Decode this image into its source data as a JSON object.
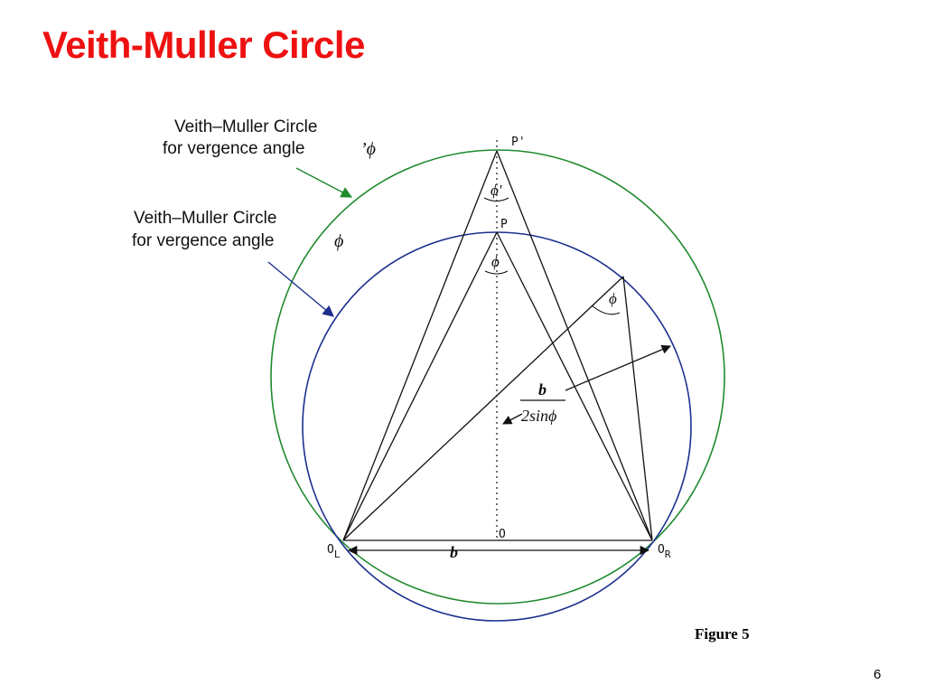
{
  "slide": {
    "title": "Veith-Muller Circle",
    "title_color": "#ee1111",
    "caption": "Figure 5",
    "page_number": "6"
  },
  "diagram": {
    "outer_circle_label_line1": "Veith–Muller Circle",
    "outer_circle_label_line2": "for vergence angle",
    "outer_circle_angle_symbol": "’ϕ",
    "inner_circle_label_line1": "Veith–Muller Circle",
    "inner_circle_label_line2": "for vergence angle",
    "inner_circle_angle_symbol": "ϕ",
    "point_p_prime": "P'",
    "point_p": "P",
    "point_o": "O",
    "left_eye_main": "O",
    "left_eye_sub": "L",
    "right_eye_main": "O",
    "right_eye_sub": "R",
    "angle_at_p_prime": "ϕ'",
    "angle_at_p": "ϕ",
    "angle_on_circle": "ϕ",
    "baseline_label": "b",
    "radius_numerator": "b",
    "radius_denominator_prefix": "2sin",
    "radius_denominator_symbol": "ϕ",
    "outer_circle_color": "#1f8a2e",
    "inner_circle_color": "#1c2f8f",
    "outer_arrow_color": "#1f8a2e",
    "inner_arrow_color": "#1c2f8f",
    "line_color": "#111111"
  }
}
